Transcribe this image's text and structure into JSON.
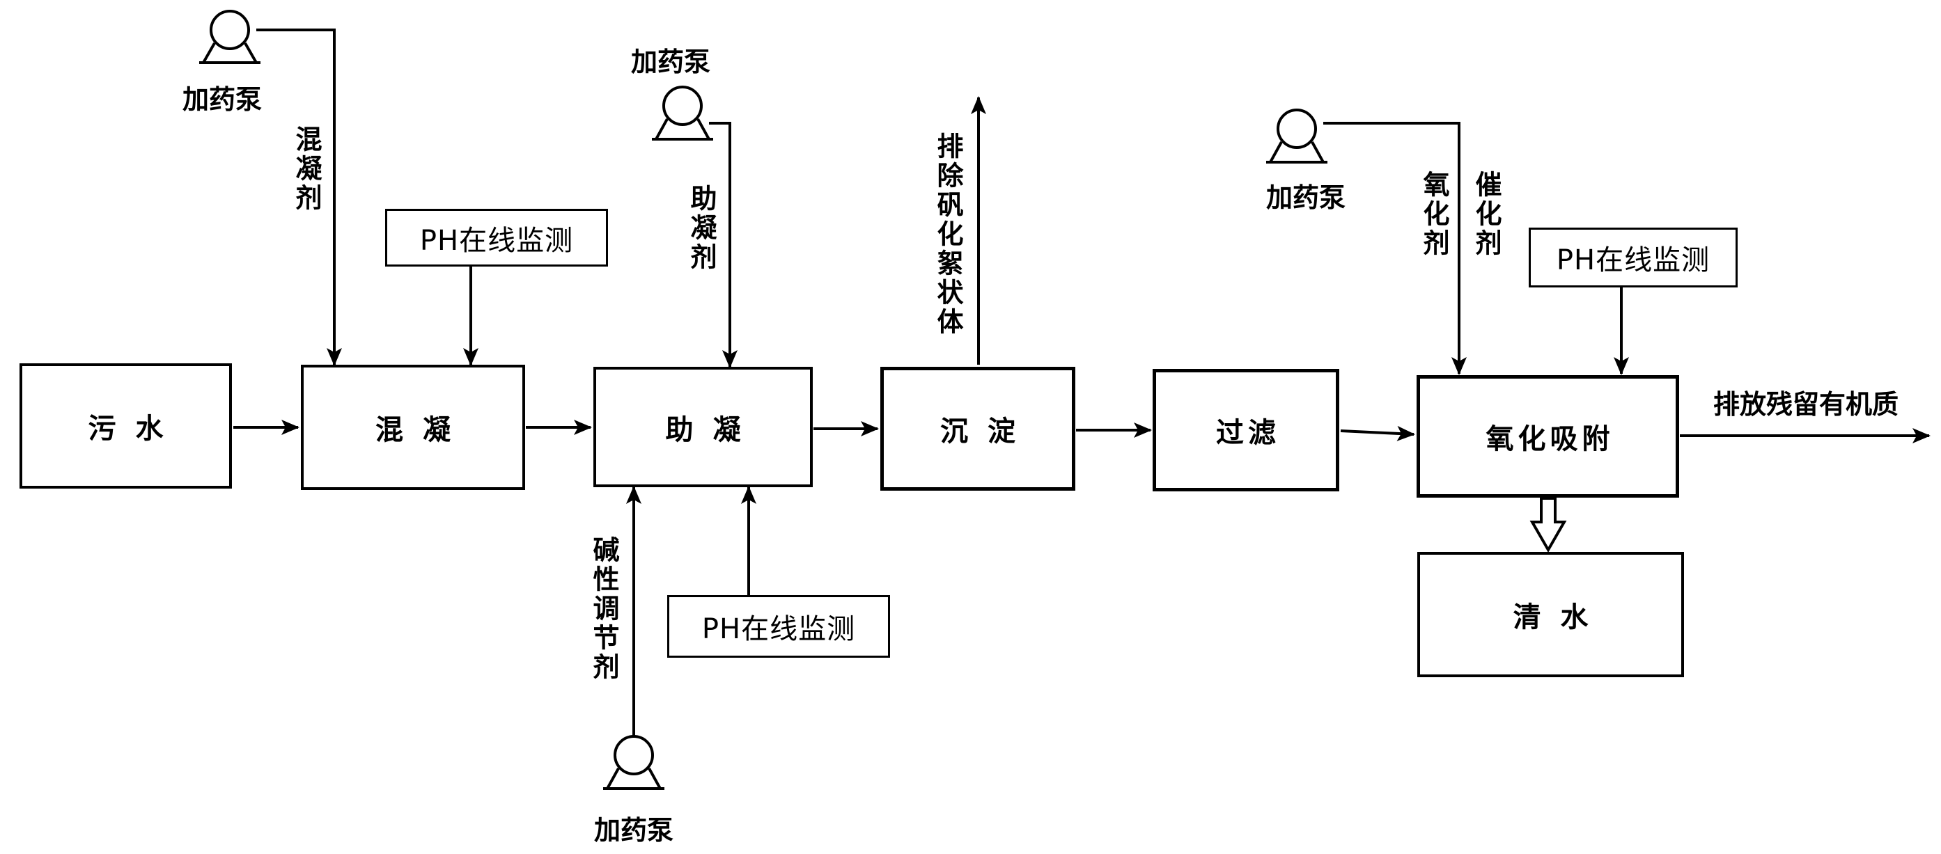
{
  "process": {
    "sewage": "污水",
    "coagulation": "混凝",
    "aid_coagulation": "助凝",
    "sedimentation": "沉淀",
    "filtration": "过滤",
    "oxidation_adsorption": "氧化吸附",
    "clean_water": "清水"
  },
  "monitors": {
    "ph_1": "PH在线监测",
    "ph_2": "PH在线监测",
    "ph_3": "PH在线监测"
  },
  "pumps": {
    "pump_1": "加药泵",
    "pump_2": "加药泵",
    "pump_3": "加药泵",
    "pump_4": "加药泵"
  },
  "reagents": {
    "coagulant": "混凝剂",
    "coagulant_aid": "助凝剂",
    "alkaline_regulator": "碱性调节剂",
    "oxidant": "氧化剂",
    "catalyst": "催化剂"
  },
  "outputs": {
    "remove_alum_floc": "排除矾化絮状体",
    "discharge_residual_organics": "排放残留有机质"
  },
  "colors": {
    "line": "#000000",
    "background": "#ffffff"
  }
}
